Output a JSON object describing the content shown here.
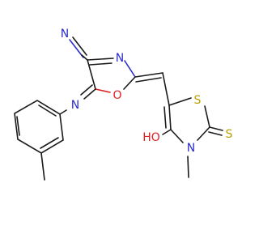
{
  "molecule": {
    "atoms": {
      "n_nitrile": "N",
      "n_oxazole": "N",
      "o_oxazole": "O",
      "n_imine": "N",
      "s_ring": "S",
      "s_thione": "S",
      "n_thiazolidine": "N",
      "oh_label": "HO"
    },
    "colors": {
      "carbon": "#1a1a1a",
      "nitrogen": "#2c2ccc",
      "oxygen": "#e02020",
      "sulfur": "#b8a000"
    }
  }
}
